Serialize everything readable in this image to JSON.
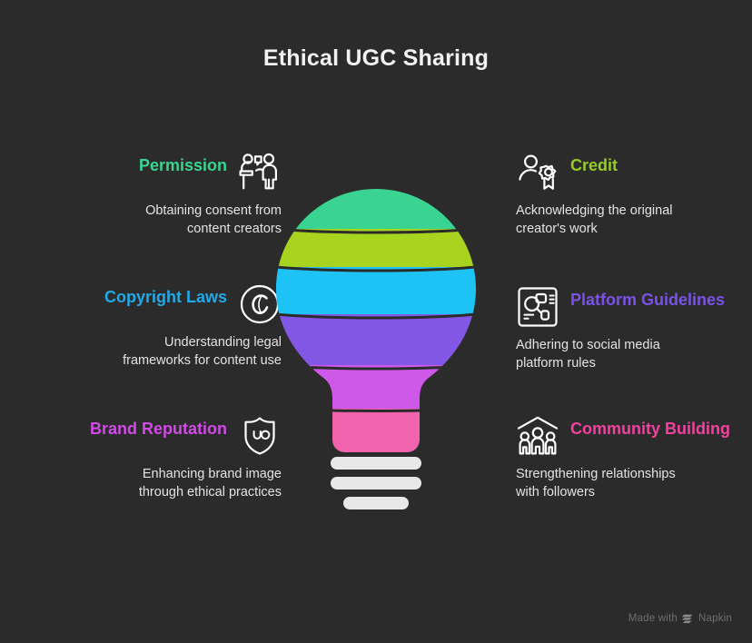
{
  "page": {
    "title": "Ethical UGC Sharing",
    "background_color": "#2b2b2b",
    "body_text_color": "#e3e3e3"
  },
  "left_column": [
    {
      "title": "Permission",
      "color": "#3ad492",
      "description": "Obtaining consent from content creators",
      "icon": "people-speech-bubble-icon"
    },
    {
      "title": "Copyright Laws",
      "color": "#21a9e8",
      "description": "Understanding legal frameworks for content use",
      "icon": "copyright-icon"
    },
    {
      "title": "Brand Reputation",
      "color": "#d24ae8",
      "description": "Enhancing brand image through ethical practices",
      "icon": "shield-icon"
    }
  ],
  "right_column": [
    {
      "title": "Credit",
      "color": "#96cd25",
      "description": "Acknowledging the original creator's work",
      "icon": "person-award-icon"
    },
    {
      "title": "Platform Guidelines",
      "color": "#7b52e6",
      "description": "Adhering to social media platform rules",
      "icon": "document-search-icon"
    },
    {
      "title": "Community Building",
      "color": "#f2419f",
      "description": "Strengthening relationships with followers",
      "icon": "people-roof-icon"
    }
  ],
  "bulb": {
    "name": "lightbulb-illustration",
    "bands": [
      {
        "label": "band-green",
        "color": "#3ad492"
      },
      {
        "label": "band-yellowgreen",
        "color": "#a8d41f"
      },
      {
        "label": "band-cyan",
        "color": "#1ec3f5"
      },
      {
        "label": "band-purple",
        "color": "#8257e6"
      },
      {
        "label": "band-magenta",
        "color": "#ce59e8"
      },
      {
        "label": "band-pink",
        "color": "#f263ad"
      }
    ],
    "base_color": "#e8e8e8",
    "base_bars": 3
  },
  "footer": {
    "text_before": "Made with",
    "brand": "Napkin",
    "icon": "napkin-logo-icon"
  }
}
